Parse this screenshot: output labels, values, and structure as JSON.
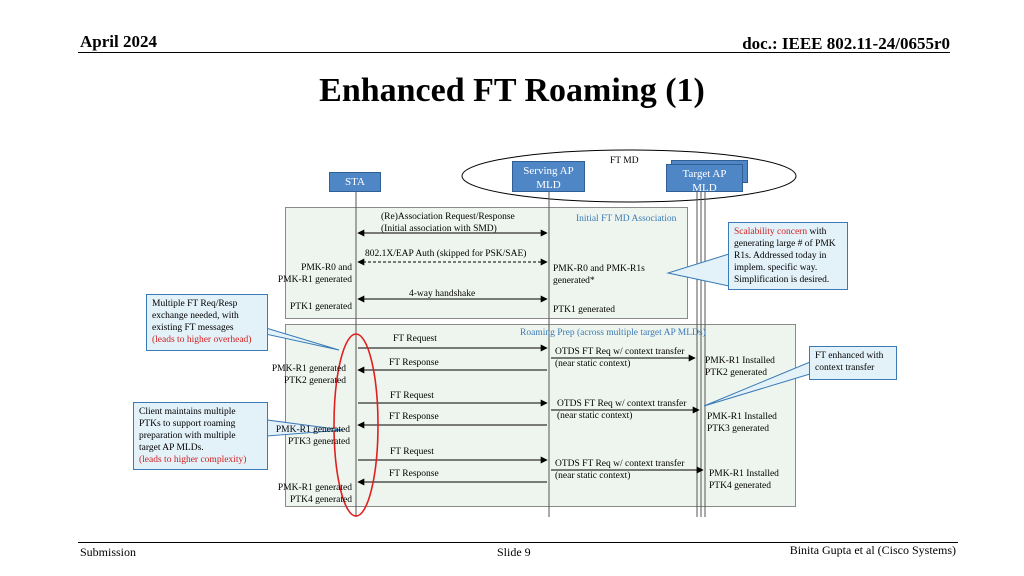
{
  "header": {
    "date": "April 2024",
    "doc": "doc.: IEEE 802.11-24/0655r0"
  },
  "title": "Enhanced FT Roaming (1)",
  "entities": {
    "ft_md": "FT MD",
    "serving_ap": [
      "Serving AP",
      "MLD"
    ],
    "target_ap": [
      "Target AP",
      "MLD"
    ],
    "sta": "STA"
  },
  "sections": {
    "initial": "Initial FT MD Association",
    "roaming": "Roaming Prep (across multiple target AP MLDs)"
  },
  "messages": {
    "assoc": [
      "(Re)Association Request/Response",
      "(Initial association with SMD)"
    ],
    "auth": "802.1X/EAP Auth (skipped for PSK/SAE)",
    "handshake": "4-way handshake",
    "ft_request": "FT Request",
    "ft_response": "FT Response",
    "otds": [
      "OTDS FT Req w/ context transfer",
      "(near static context)"
    ]
  },
  "sta_notes": {
    "pmk_r0": [
      "PMK-R0 and",
      "PMK-R1 generated"
    ],
    "ptk1": "PTK1 generated",
    "r1_ptk2": [
      "PMK-R1 generated",
      "PTK2 generated"
    ],
    "r1_ptk3": [
      "PMK-R1 generated",
      "PTK3 generated"
    ],
    "r1_ptk4": [
      "PMK-R1 generated",
      "PTK4 generated"
    ]
  },
  "serving_notes": {
    "pmk": [
      "PMK-R0 and PMK-R1s",
      "generated*"
    ],
    "ptk1": "PTK1 generated"
  },
  "target_notes": {
    "ptk2": [
      "PMK-R1 Installed",
      "PTK2 generated"
    ],
    "ptk3": [
      "PMK-R1 Installed",
      "PTK3 generated"
    ],
    "ptk4": [
      "PMK-R1 Installed",
      "PTK4 generated"
    ]
  },
  "callouts": {
    "scalability": {
      "highlight": "Scalability concern",
      "lines": [
        " with",
        "generating large # of PMK",
        "R1s. Addressed today in",
        "implem. specific way.",
        "Simplification is desired."
      ]
    },
    "multiple_ft": {
      "lines": [
        "Multiple FT Req/Resp",
        "exchange needed, with",
        "existing FT messages"
      ],
      "highlight": "(leads to higher overhead)"
    },
    "ft_enhanced": {
      "lines": [
        "FT enhanced with",
        "context transfer"
      ]
    },
    "client_ptks": {
      "lines": [
        "Client maintains multiple",
        "PTKs to support roaming",
        "preparation with multiple",
        "target AP MLDs."
      ],
      "highlight": "(leads to higher complexity)"
    }
  },
  "footer": {
    "left": "Submission",
    "center": "Slide 9",
    "right": "Binita Gupta et al (Cisco Systems)"
  },
  "colors": {
    "entity": "#4f86c6",
    "panel": "#eef5ee",
    "callout": "#e3f1f9",
    "highlight": "#d02020",
    "accent": "#3a7ab5"
  }
}
